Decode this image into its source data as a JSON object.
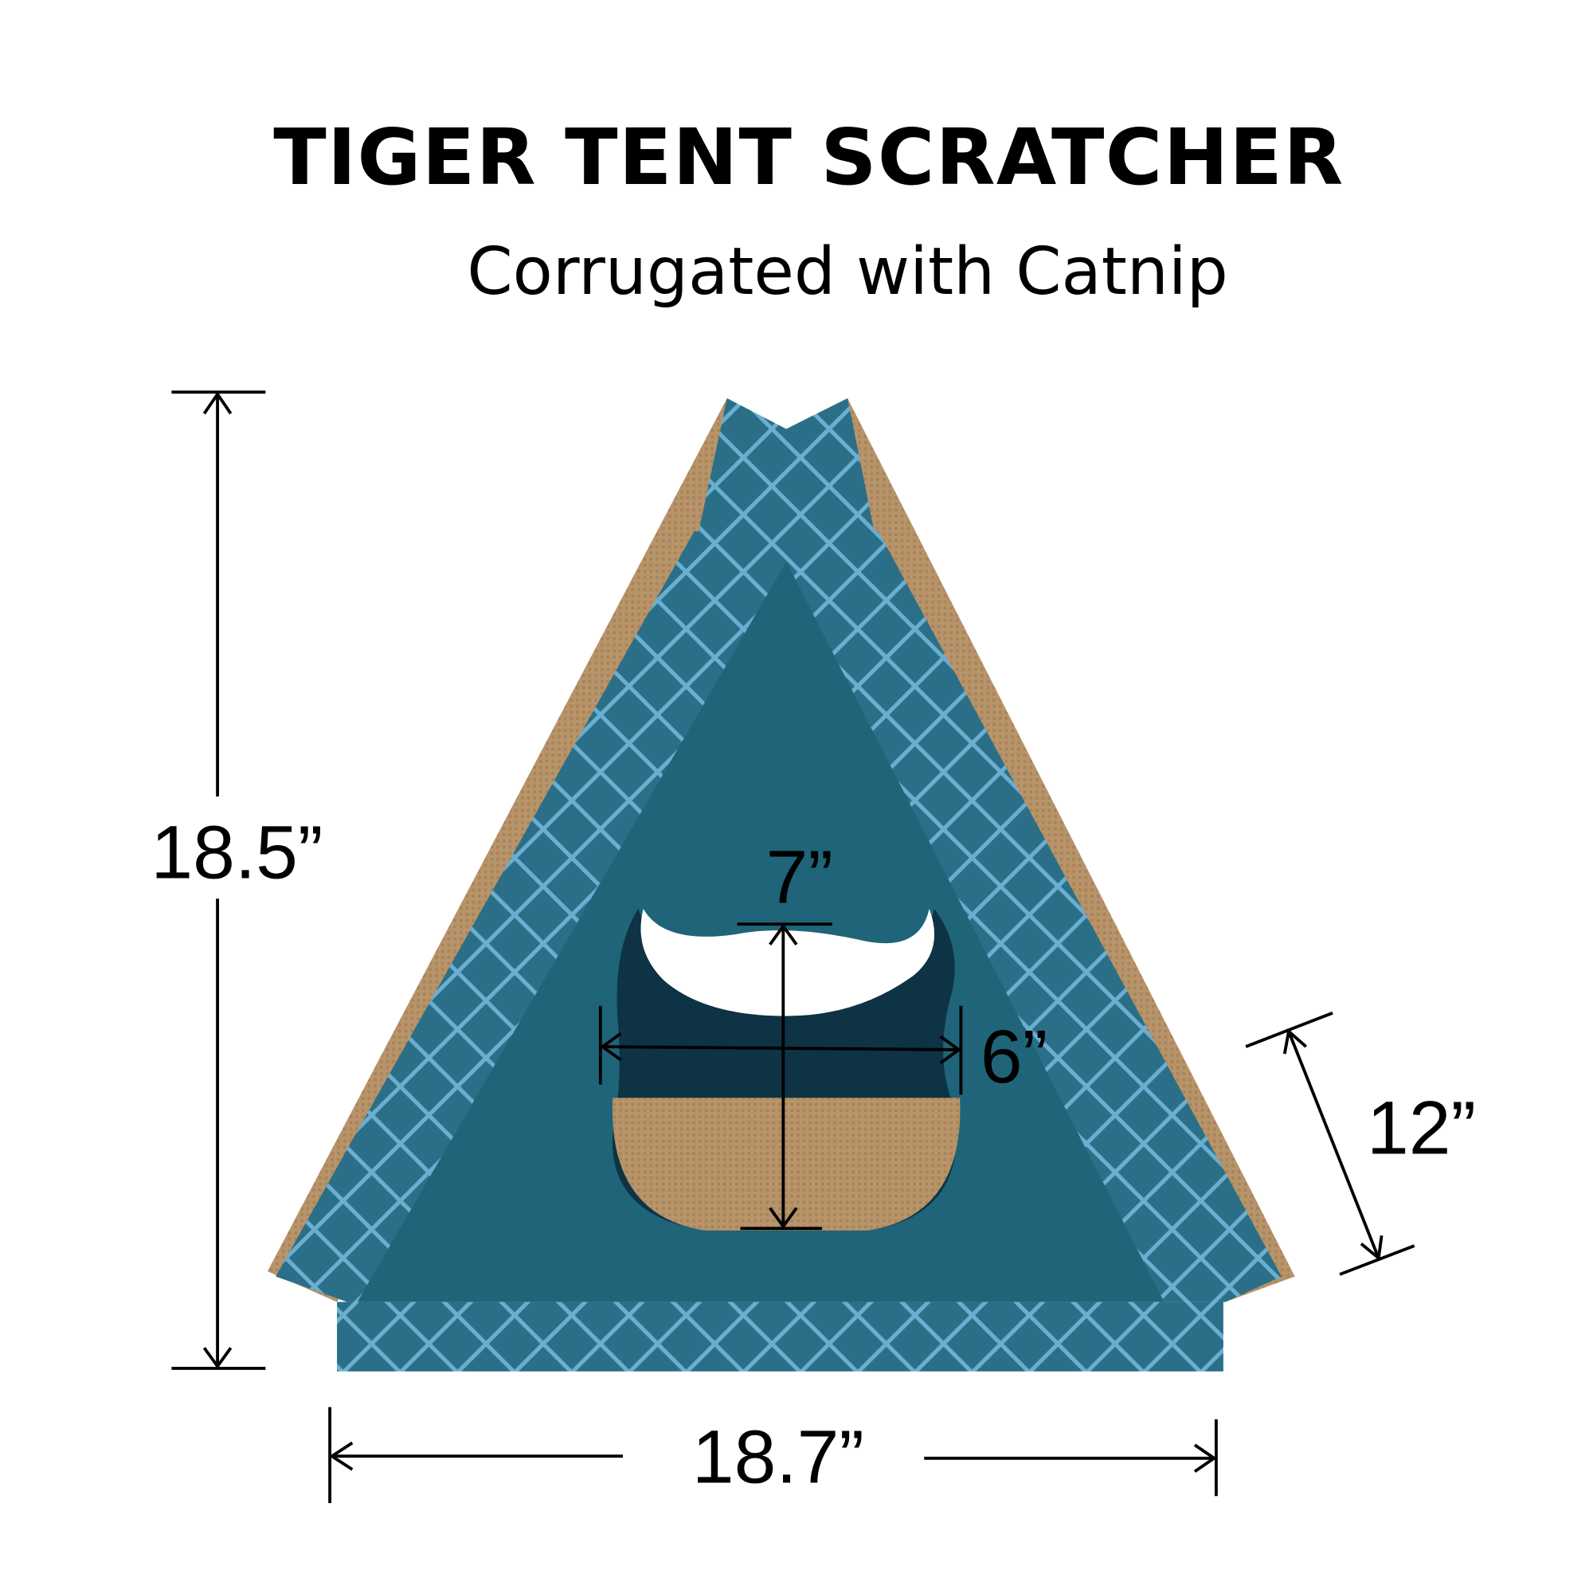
{
  "title": "TIGER TENT SCRATCHER",
  "subtitle": "Corrugated with Catnip",
  "dimensions": {
    "height": "18.5”",
    "width": "18.7”",
    "depth": "12”",
    "opening_height": "7”",
    "opening_width": "6”"
  },
  "colors": {
    "teal": "#1f6479",
    "teal_pattern": "#6aaed0",
    "cardboard": "#b8946a",
    "ink": "#000000"
  }
}
